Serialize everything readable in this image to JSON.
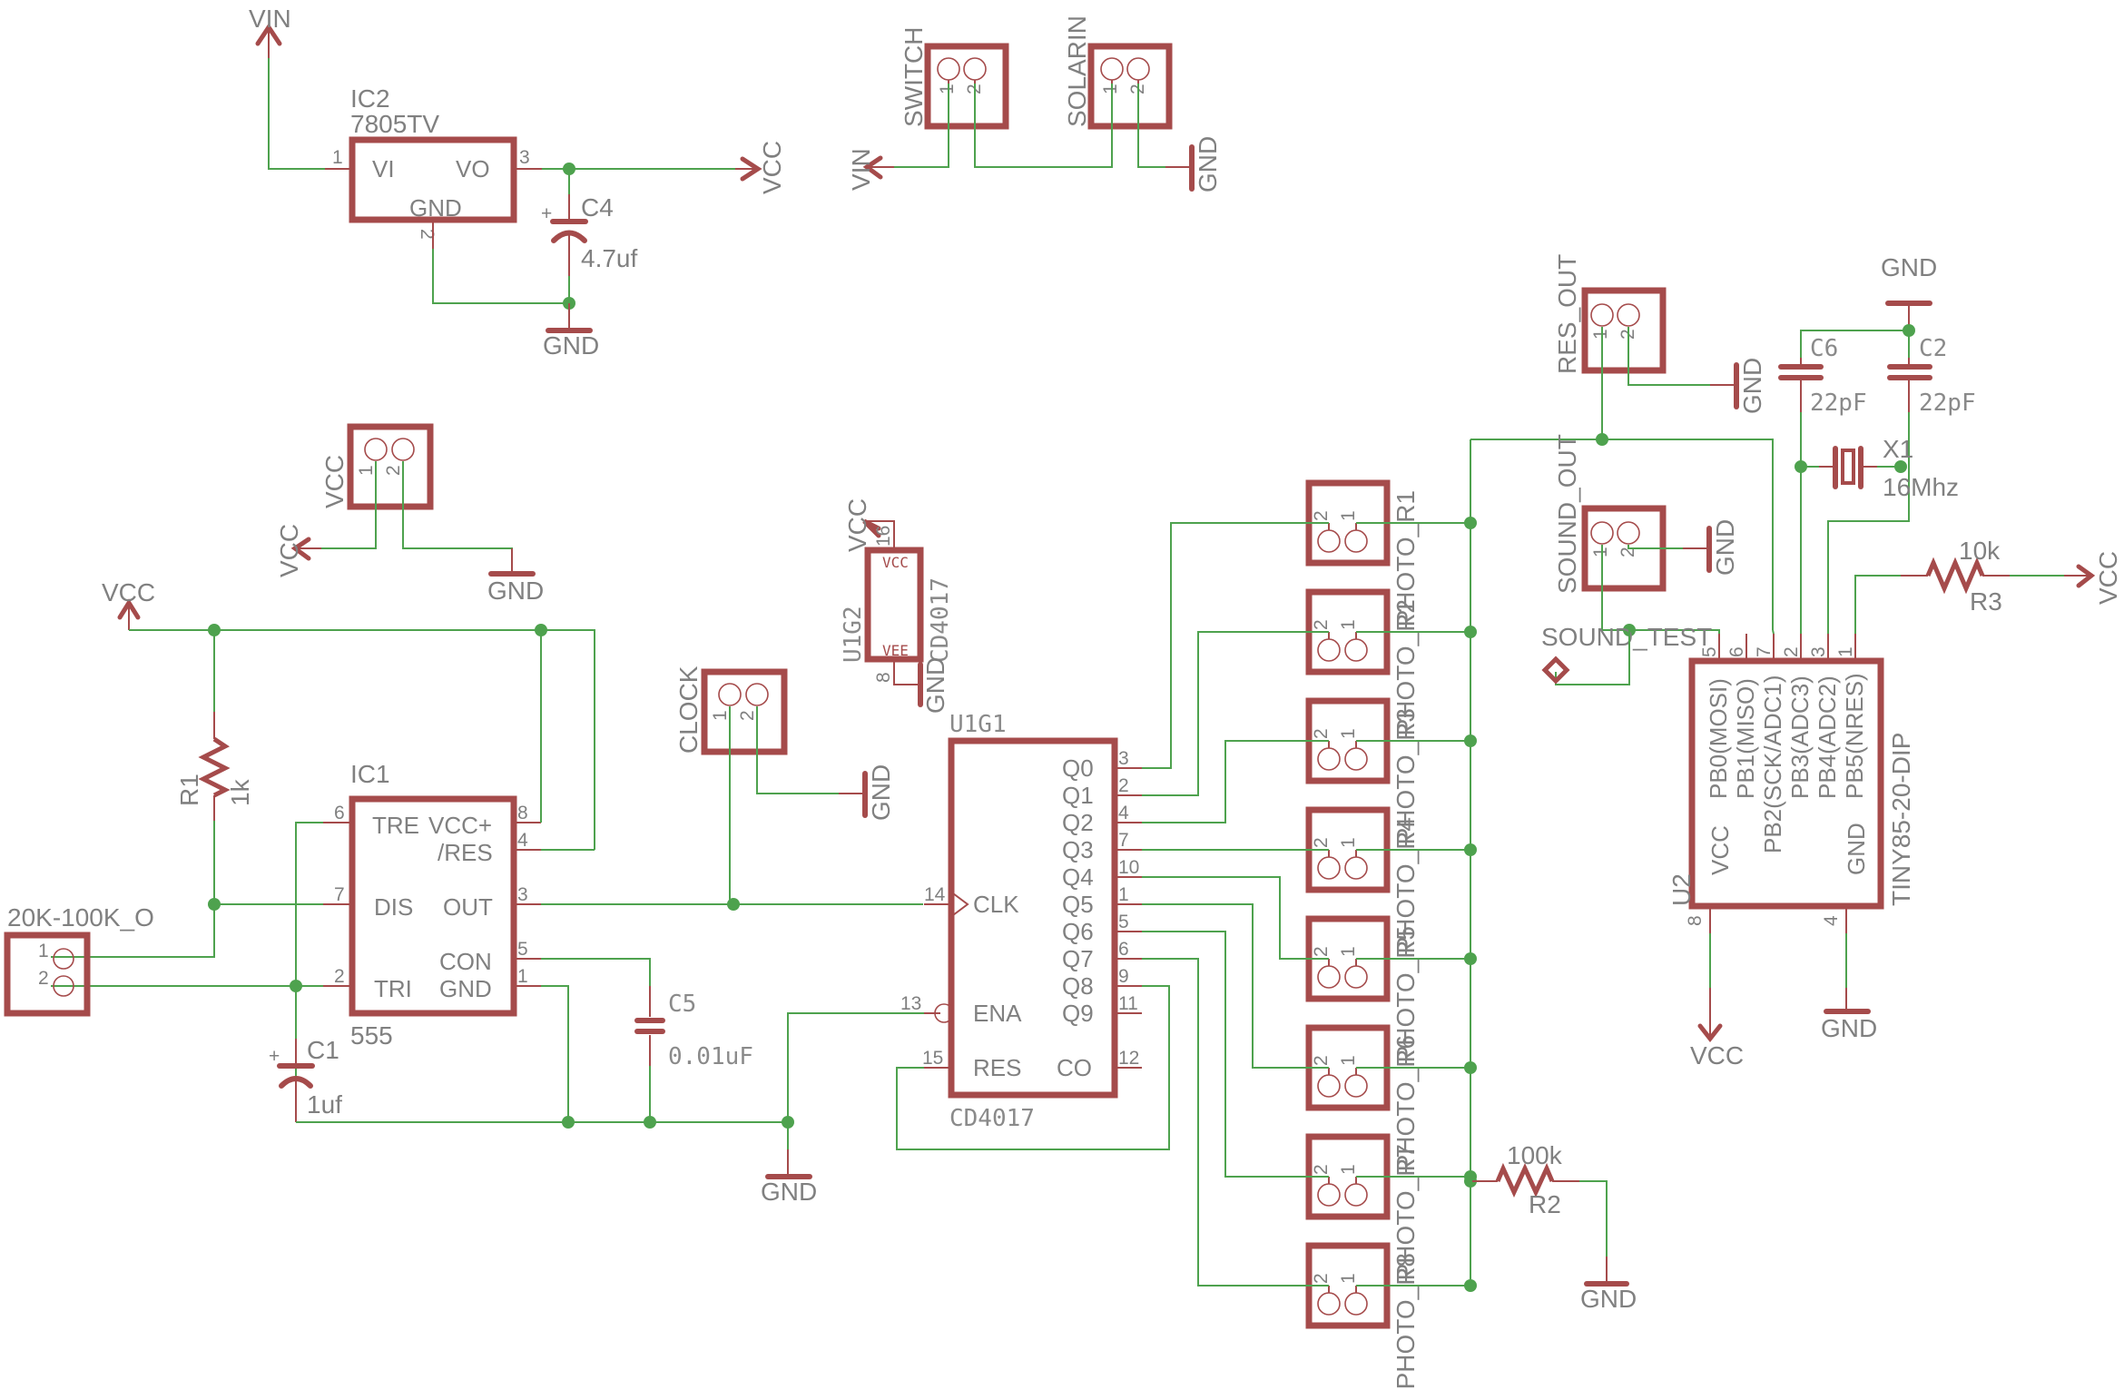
{
  "colors": {
    "wire": "#4ea24e",
    "part": "#a54b4b",
    "text": "#808080",
    "background": "#ffffff"
  },
  "nets": {
    "vin": "VIN",
    "vcc": "VCC",
    "gnd": "GND"
  },
  "regulator": {
    "ref": "IC2",
    "value": "7805TV",
    "pins": {
      "vi": "VI",
      "vo": "VO",
      "gnd": "GND",
      "n1": "1",
      "n2": "2",
      "n3": "3"
    }
  },
  "c4": {
    "ref": "C4",
    "value": "4.7uf",
    "plus": "+"
  },
  "switch_header": {
    "ref": "SWITCH",
    "p1": "1",
    "p2": "2"
  },
  "solar_header": {
    "ref": "SOLARIN",
    "p1": "1",
    "p2": "2"
  },
  "vcc_header": {
    "ref": "VCC",
    "p1": "1",
    "p2": "2"
  },
  "timer": {
    "ref": "IC1",
    "value": "555",
    "pins": {
      "tre": "TRE",
      "vccp": "VCC+",
      "res": "/RES",
      "dis": "DIS",
      "out": "OUT",
      "con": "CON",
      "tri": "TRI",
      "gnd": "GND",
      "n6": "6",
      "n7": "7",
      "n2": "2",
      "n8": "8",
      "n4": "4",
      "n3": "3",
      "n5": "5",
      "n1": "1"
    }
  },
  "r1": {
    "ref": "R1",
    "value": "1k"
  },
  "pot_header": {
    "ref": "20K-100K_O",
    "p1": "1",
    "p2": "2"
  },
  "c1": {
    "ref": "C1",
    "value": "1uf",
    "plus": "+"
  },
  "c5": {
    "ref": "C5",
    "value": "0.01uF"
  },
  "clock_header": {
    "ref": "CLOCK",
    "p1": "1",
    "p2": "2"
  },
  "counter_power": {
    "ref": "U1G2",
    "value": "CD4017",
    "vcc": "VCC",
    "vee": "VEE",
    "n16": "16",
    "n8": "8"
  },
  "counter": {
    "ref": "U1G1",
    "value": "CD4017",
    "outputs": [
      {
        "name": "Q0",
        "pin": "3"
      },
      {
        "name": "Q1",
        "pin": "2"
      },
      {
        "name": "Q2",
        "pin": "4"
      },
      {
        "name": "Q3",
        "pin": "7"
      },
      {
        "name": "Q4",
        "pin": "10"
      },
      {
        "name": "Q5",
        "pin": "1"
      },
      {
        "name": "Q6",
        "pin": "5"
      },
      {
        "name": "Q7",
        "pin": "6"
      },
      {
        "name": "Q8",
        "pin": "9"
      },
      {
        "name": "Q9",
        "pin": "11"
      }
    ],
    "clk": "CLK",
    "clk_pin": "14",
    "ena": "ENA",
    "ena_pin": "13",
    "res": "RES",
    "res_pin": "15",
    "co": "CO",
    "co_pin": "12"
  },
  "photo_headers": [
    {
      "ref": "PHOTO_R1",
      "p1": "1",
      "p2": "2"
    },
    {
      "ref": "PHOTO_R2",
      "p1": "1",
      "p2": "2"
    },
    {
      "ref": "PHOTO_R3",
      "p1": "1",
      "p2": "2"
    },
    {
      "ref": "PHOTO_R4",
      "p1": "1",
      "p2": "2"
    },
    {
      "ref": "PHOTO_R5",
      "p1": "1",
      "p2": "2"
    },
    {
      "ref": "PHOTO_R6",
      "p1": "1",
      "p2": "2"
    },
    {
      "ref": "PHOTO_R7",
      "p1": "1",
      "p2": "2"
    },
    {
      "ref": "PHOTO_R8",
      "p1": "1",
      "p2": "2"
    }
  ],
  "r2": {
    "ref": "R2",
    "value": "100k"
  },
  "res_out_header": {
    "ref": "RES_OUT",
    "p1": "1",
    "p2": "2"
  },
  "sound_out_header": {
    "ref": "SOUND_OUT",
    "p1": "1",
    "p2": "2"
  },
  "sound_test": {
    "label": "SOUND_TEST"
  },
  "c6": {
    "ref": "C6",
    "value": "22pF"
  },
  "c2": {
    "ref": "C2",
    "value": "22pF"
  },
  "x1": {
    "ref": "X1",
    "value": "16Mhz"
  },
  "r3": {
    "ref": "R3",
    "value": "10k"
  },
  "mcu": {
    "ref": "U2",
    "value": "TINY85-20-DIP",
    "top_pins": [
      {
        "n": "5",
        "name": "PB0(MOSI)"
      },
      {
        "n": "6",
        "name": "PB1(MISO)"
      },
      {
        "n": "7",
        "name": "PB2(SCK/ADC1)"
      },
      {
        "n": "2",
        "name": "PB3(ADC3)"
      },
      {
        "n": "3",
        "name": "PB4(ADC2)"
      },
      {
        "n": "1",
        "name": "PB5(NRES)"
      }
    ],
    "vcc": "VCC",
    "gnd": "GND",
    "vcc_pin": "8",
    "gnd_pin": "4"
  }
}
